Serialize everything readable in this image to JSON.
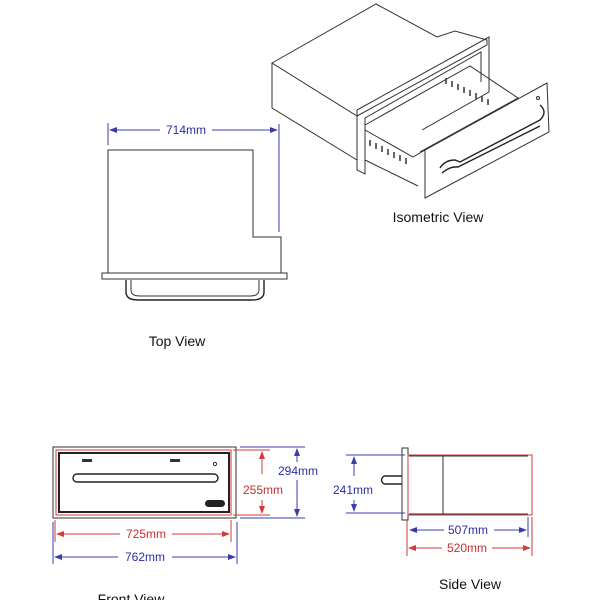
{
  "views": {
    "isometric": {
      "caption": "Isometric View"
    },
    "top": {
      "caption": "Top View",
      "width_label": "714mm"
    },
    "front": {
      "caption": "Front View",
      "height_outer_label": "294mm",
      "height_inner_label": "255mm",
      "width_inner_label": "725mm",
      "width_outer_label": "762mm"
    },
    "side": {
      "caption": "Side View",
      "height_label": "241mm",
      "depth_inner_label": "507mm",
      "depth_outer_label": "520mm"
    }
  },
  "colors": {
    "blue_dimension": "#3b3bb0",
    "red_dimension": "#d23a3a"
  }
}
